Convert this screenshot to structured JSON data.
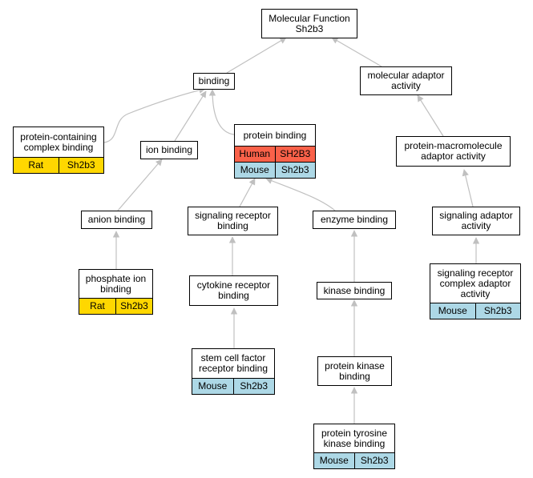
{
  "colors": {
    "edge": "#c0c0c0",
    "rat": "#ffd700",
    "human": "#fa6149",
    "mouse": "#add8e6"
  },
  "nodes": {
    "mf": {
      "label": "Molecular Function\nSh2b3"
    },
    "binding": {
      "label": "binding"
    },
    "mad": {
      "label": "molecular adaptor\nactivity"
    },
    "pcb": {
      "label": "protein-containing\ncomplex binding",
      "annotations": [
        {
          "species": "Rat",
          "gene": "Sh2b3"
        }
      ]
    },
    "ion": {
      "label": "ion binding"
    },
    "pb": {
      "label": "protein binding",
      "annotations": [
        {
          "species": "Human",
          "gene": "SH2B3"
        },
        {
          "species": "Mouse",
          "gene": "Sh2b3"
        }
      ]
    },
    "pmad": {
      "label": "protein-macromolecule\nadaptor activity"
    },
    "anion": {
      "label": "anion binding"
    },
    "srb": {
      "label": "signaling receptor\nbinding"
    },
    "enz": {
      "label": "enzyme binding"
    },
    "sad": {
      "label": "signaling adaptor\nactivity"
    },
    "pib": {
      "label": "phosphate ion\nbinding",
      "annotations": [
        {
          "species": "Rat",
          "gene": "Sh2b3"
        }
      ]
    },
    "crb": {
      "label": "cytokine receptor\nbinding"
    },
    "kin": {
      "label": "kinase binding"
    },
    "srcad": {
      "label": "signaling receptor\ncomplex adaptor\nactivity",
      "annotations": [
        {
          "species": "Mouse",
          "gene": "Sh2b3"
        }
      ]
    },
    "scf": {
      "label": "stem cell factor\nreceptor binding",
      "annotations": [
        {
          "species": "Mouse",
          "gene": "Sh2b3"
        }
      ]
    },
    "pkb": {
      "label": "protein kinase\nbinding"
    },
    "ptkb": {
      "label": "protein tyrosine\nkinase binding",
      "annotations": [
        {
          "species": "Mouse",
          "gene": "Sh2b3"
        }
      ]
    }
  }
}
